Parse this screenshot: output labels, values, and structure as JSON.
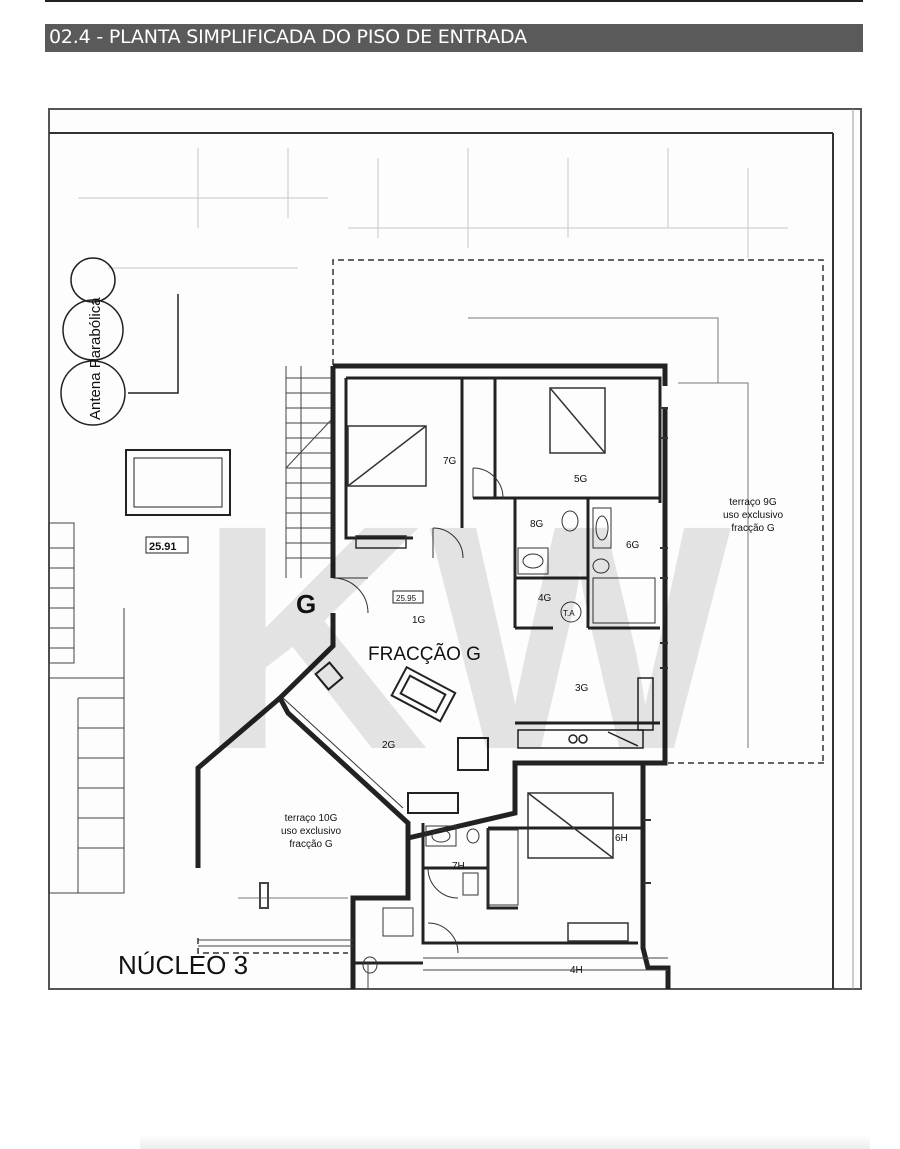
{
  "header": {
    "title": "02.4 - PLANTA SIMPLIFICADA DO PISO DE ENTRADA"
  },
  "plan": {
    "antenna": "Antena Parabólica",
    "level_mark": "25.91",
    "level_mark_2": "25.95",
    "entrance_letter": "G",
    "fraction_title": "FRACÇÃO G",
    "watermark": "KW",
    "core": "NÚCLEO 3",
    "rooms": {
      "r1g": "1G",
      "r2g": "2G",
      "r3g": "3G",
      "r4g": "4G",
      "r5g": "5G",
      "r6g": "6G",
      "r7g": "7G",
      "r8g": "8G",
      "r6h": "6H",
      "r7h": "7H",
      "r4h": "4H"
    },
    "terrace_9g": [
      "terraço 9G",
      "uso exclusivo",
      "fracção G"
    ],
    "terrace_10g": [
      "terraço 10G",
      "uso exclusivo",
      "fracção G"
    ],
    "tank": "T.A"
  }
}
